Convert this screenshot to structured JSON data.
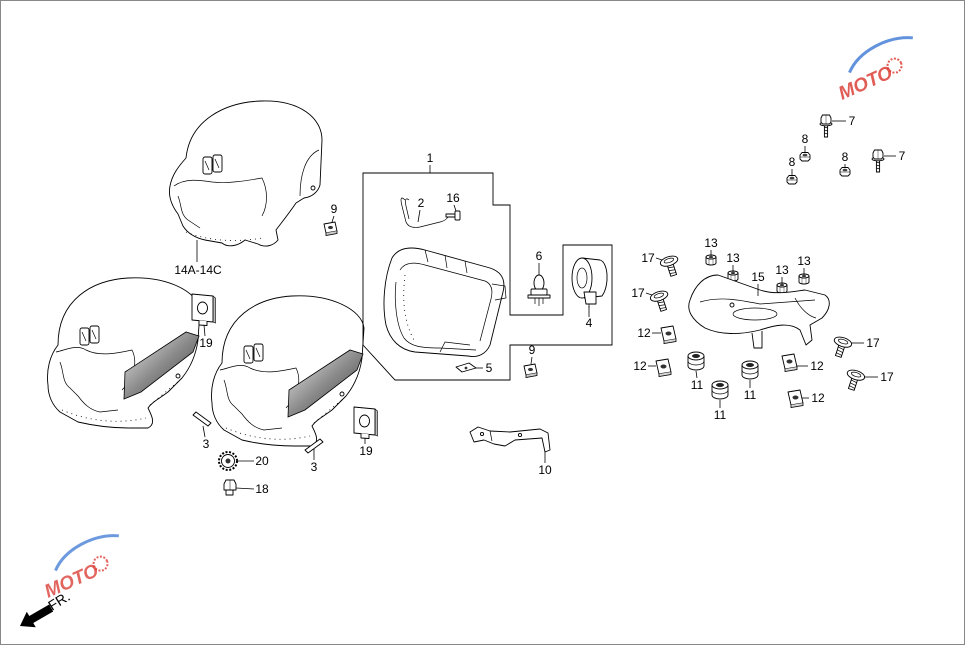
{
  "callouts": [
    "1",
    "2",
    "16",
    "6",
    "4",
    "5",
    "9",
    "9",
    "14A-14C",
    "19",
    "3",
    "20",
    "18",
    "19",
    "3",
    "10",
    "7",
    "8",
    "8",
    "8",
    "7",
    "13",
    "13",
    "13",
    "13",
    "15",
    "17",
    "17",
    "17",
    "17",
    "12",
    "12",
    "12",
    "12",
    "11",
    "11",
    "11"
  ],
  "direction_label": "FR.",
  "logo": {
    "text": "MOTO"
  },
  "colors": {
    "line": "#000000",
    "frame": "#888888",
    "logo_red": "#d9342b",
    "logo_blue": "#2f6fd0"
  }
}
